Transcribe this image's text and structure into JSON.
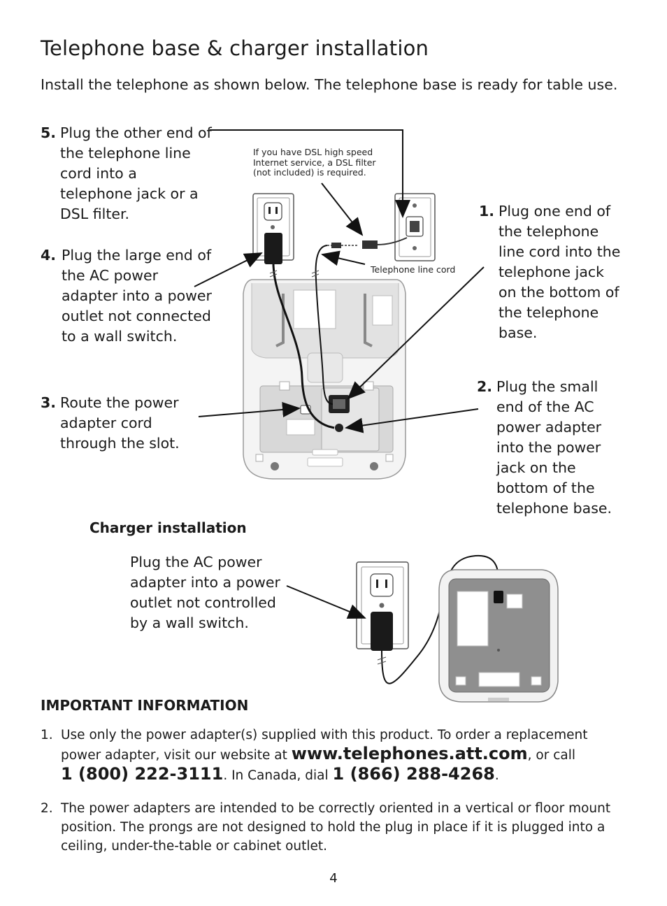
{
  "page": {
    "title": "Telephone base & charger installation",
    "intro": "Install the telephone as shown below. The telephone base is ready for table use.",
    "page_number": "4"
  },
  "steps": {
    "step5": {
      "num": "5.",
      "text": "Plug the other end of the telephone line cord into a telephone jack or a DSL filter."
    },
    "step4": {
      "num": "4.",
      "text": "Plug the large end of the AC power adapter into a power outlet not connected to a wall switch."
    },
    "step3": {
      "num": "3.",
      "text": "Route the power adapter cord through the slot."
    },
    "step1": {
      "num": "1.",
      "text": "Plug one end of the telephone line cord into the telephone jack on the bottom of the telephone base."
    },
    "step2": {
      "num": "2.",
      "text": "Plug the small end of the AC power adapter into the power jack on the bottom of the telephone base."
    }
  },
  "diagram": {
    "dsl_note": "If you have DSL high speed Internet service, a DSL filter (not included) is required.",
    "line_cord_label": "Telephone line cord"
  },
  "charger": {
    "title": "Charger installation",
    "text": "Plug the AC power adapter into a power outlet not controlled by a wall switch."
  },
  "important": {
    "title": "IMPORTANT INFORMATION",
    "item1": {
      "num": "1.",
      "text_a": "Use only the power adapter(s) supplied with this product. To order a replacement power adapter, visit our website at ",
      "website": "www.telephones.att.com",
      "text_b": ", or call",
      "phone_us": "1 (800) 222-3111",
      "text_c": ". In Canada, dial ",
      "phone_ca": "1 (866) 288-4268",
      "text_d": "."
    },
    "item2": {
      "num": "2.",
      "text": "The power adapters are intended to be correctly oriented in a vertical or floor mount position. The prongs are not designed to hold the plug in place if it is plugged into a ceiling, under-the-table or cabinet outlet."
    }
  }
}
